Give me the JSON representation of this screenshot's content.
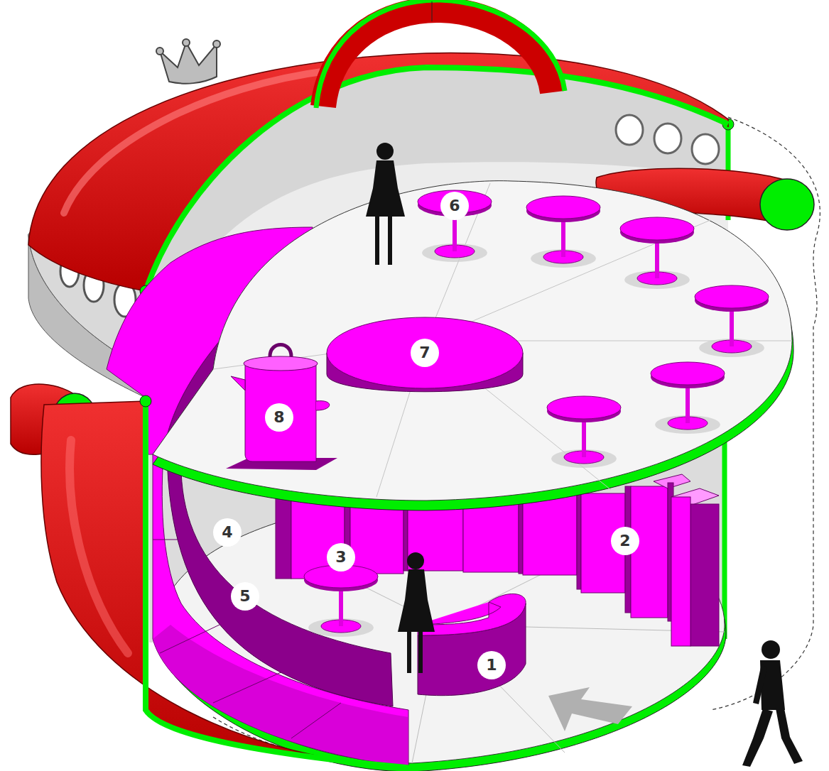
{
  "diagram": {
    "labels": [
      "6",
      "7",
      "8",
      "4",
      "3",
      "2",
      "5",
      "1"
    ]
  }
}
